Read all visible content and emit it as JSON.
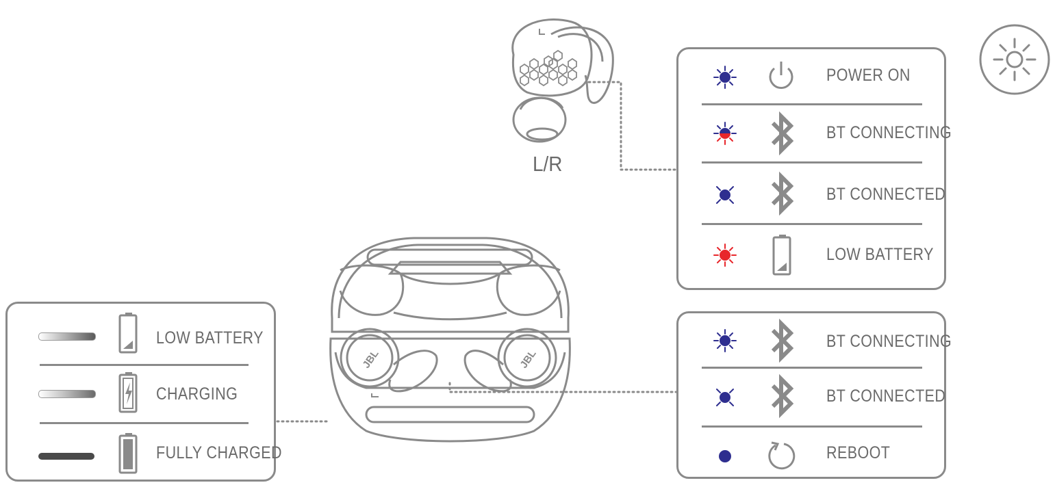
{
  "earbud": {
    "label": "L/R"
  },
  "earbud_panel": {
    "rows": [
      {
        "label": "POWER ON",
        "led_color": "#2e2e8f",
        "led_state": "blinking",
        "icon": "power-icon"
      },
      {
        "label": "BT CONNECTING",
        "led_color": "#2e2e8f",
        "led_color_2": "#e8262b",
        "led_state": "blinking-alternating",
        "icon": "bluetooth-icon"
      },
      {
        "label": "BT CONNECTED",
        "led_color": "#2e2e8f",
        "led_state": "slow-blink",
        "icon": "bluetooth-icon"
      },
      {
        "label": "LOW BATTERY",
        "led_color": "#e8262b",
        "led_state": "blinking",
        "icon": "low-battery-icon"
      }
    ]
  },
  "case_panel": {
    "rows": [
      {
        "label": "LOW BATTERY",
        "bar_state": "fading",
        "icon": "low-battery-icon"
      },
      {
        "label": "CHARGING",
        "bar_state": "breathing",
        "icon": "charging-battery-icon"
      },
      {
        "label": "FULLY CHARGED",
        "bar_state": "solid",
        "icon": "full-battery-icon"
      }
    ]
  },
  "case_button_panel": {
    "rows": [
      {
        "label": "BT CONNECTING",
        "led_color": "#2e2e8f",
        "led_state": "blinking",
        "icon": "bluetooth-icon"
      },
      {
        "label": "BT CONNECTED",
        "led_color": "#2e2e8f",
        "led_state": "slow-blink",
        "icon": "bluetooth-icon"
      },
      {
        "label": "REBOOT",
        "led_color": "#2e2e8f",
        "led_state": "solid",
        "icon": "reboot-icon"
      }
    ]
  },
  "colors": {
    "outline": "#8a8a8a",
    "blue_led": "#2e2e8f",
    "red_led": "#e8262b",
    "text": "#6a6a6a"
  },
  "legend_icon": "brightness-icon"
}
